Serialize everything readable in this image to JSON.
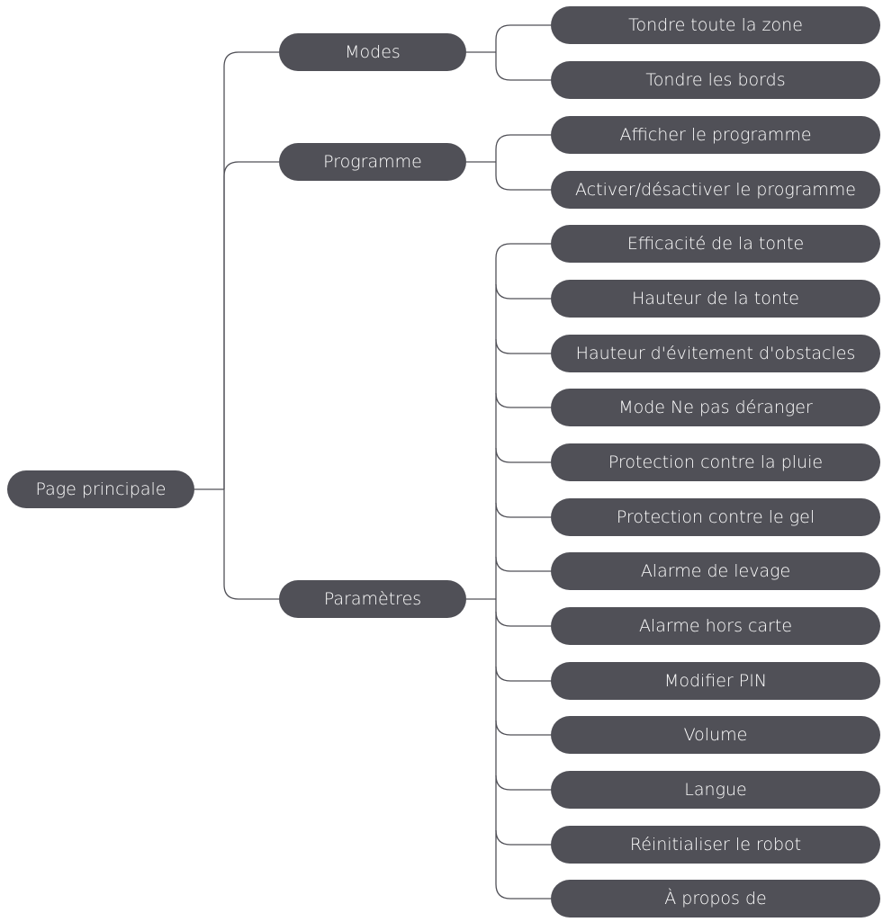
{
  "root": {
    "label": "Page principale"
  },
  "branches": [
    {
      "label": "Modes",
      "children": [
        {
          "label": "Tondre toute la zone"
        },
        {
          "label": "Tondre les bords"
        }
      ]
    },
    {
      "label": "Programme",
      "children": [
        {
          "label": "Afficher le programme"
        },
        {
          "label": "Activer/désactiver le programme"
        }
      ]
    },
    {
      "label": "Paramètres",
      "children": [
        {
          "label": "Efficacité de la tonte"
        },
        {
          "label": "Hauteur de la tonte"
        },
        {
          "label": "Hauteur d'évitement d'obstacles"
        },
        {
          "label": "Mode Ne pas déranger"
        },
        {
          "label": "Protection contre la pluie"
        },
        {
          "label": "Protection contre le gel"
        },
        {
          "label": "Alarme de levage"
        },
        {
          "label": "Alarme hors carte"
        },
        {
          "label": "Modifier PIN"
        },
        {
          "label": "Volume"
        },
        {
          "label": "Langue"
        },
        {
          "label": "Réinitialiser le robot"
        },
        {
          "label": "À propos de"
        }
      ]
    }
  ],
  "colors": {
    "node_fill": "#505057",
    "node_text": "#ffffff",
    "connector": "#505057"
  }
}
